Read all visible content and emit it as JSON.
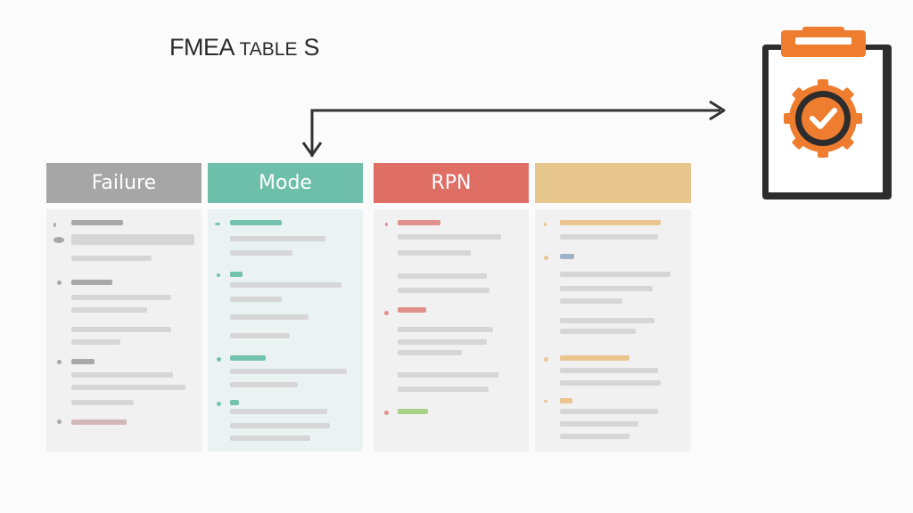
{
  "diagram": {
    "title_main": "FMEA ",
    "title_small": "TABLE",
    "title_end": " S",
    "columns": [
      {
        "id": "failure",
        "label": "Failure",
        "color": "#a6a6a6",
        "accent": "#a8a8a8",
        "body": "#f1f1f1"
      },
      {
        "id": "mode",
        "label": "Mode",
        "color": "#6dbfa9",
        "accent": "#73c2ad",
        "body": "#eaf3f2"
      },
      {
        "id": "rpn",
        "label": "RPN",
        "color": "#df6e65",
        "accent": "#e0908b",
        "body": "#f1f1f1"
      },
      {
        "id": "extra",
        "label": "",
        "color": "#e8c78f",
        "accent": "#eac58f",
        "body": "#f1f1f1"
      }
    ],
    "icon": {
      "name": "clipboard-gear-check-icon",
      "accent": "#ef7d2f",
      "frame": "#2d2d2d"
    }
  }
}
